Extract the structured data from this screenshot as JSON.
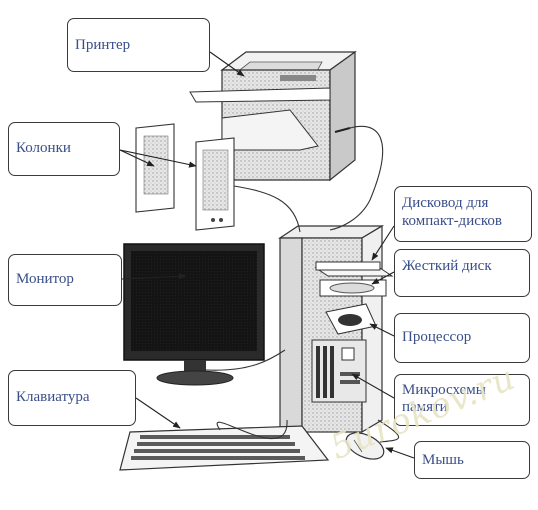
{
  "labels": {
    "printer": "Принтер",
    "speakers": "Колонки",
    "monitor": "Монитор",
    "keyboard": "Клавиатура",
    "cd_drive": "Дисковод для компакт-дисков",
    "hard_disk": "Жесткий диск",
    "processor": "Процессор",
    "memory_chips": "Микросхемы памяти",
    "mouse": "Мышь"
  },
  "watermark": "5urokov.ru"
}
